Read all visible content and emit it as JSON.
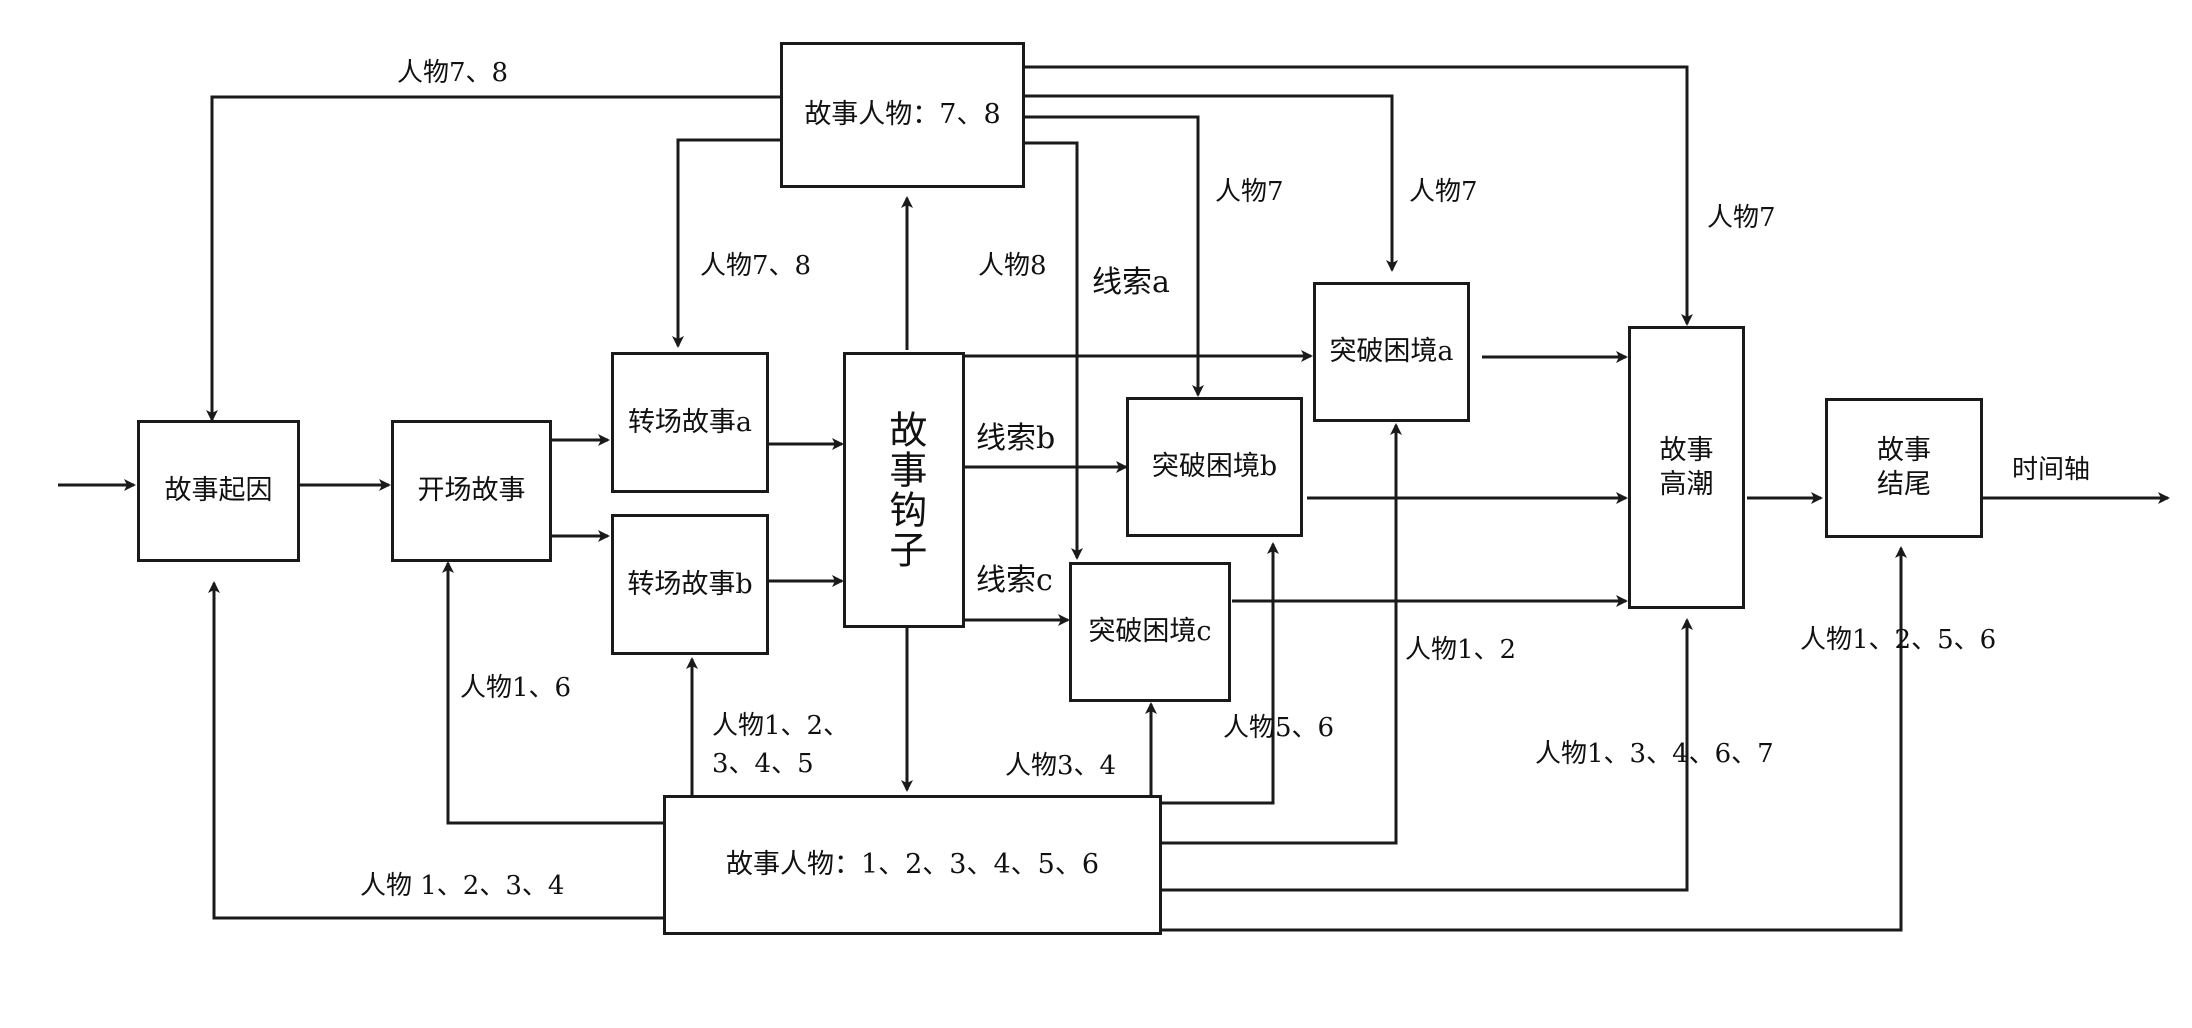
{
  "nodes": {
    "cause": "故事起因",
    "opening": "开场故事",
    "transition_a": "转场故事a",
    "transition_b": "转场故事b",
    "hook": "故事钩子",
    "breakthrough_a": "突破困境a",
    "breakthrough_b": "突破困境b",
    "breakthrough_c": "突破困境c",
    "climax_1": "故事",
    "climax_2": "高潮",
    "ending_1": "故事",
    "ending_2": "结尾",
    "characters_78": "故事人物：7、8",
    "characters_16": "故事人物：1、2、3、4、5、6"
  },
  "labels": {
    "top_left": "人物7、8",
    "to_transition_a": "人物7、8",
    "to_breakthrough_c": "人物8",
    "clue_a": "线索a",
    "clue_b": "线索b",
    "clue_c": "线索c",
    "to_breakthrough_b_7": "人物7",
    "to_breakthrough_a_7": "人物7",
    "to_climax_7": "人物7",
    "to_opening": "人物1、6",
    "to_transition_b_1": "人物1、2、",
    "to_transition_b_2": "3、4、5",
    "to_breakthrough_c_34": "人物3、4",
    "to_breakthrough_b_56": "人物5、6",
    "to_breakthrough_a_12": "人物1、2",
    "to_climax_13467": "人物1、3、4、6、7",
    "to_ending_1256": "人物1、2、5、6",
    "to_cause_1234": "人物 1、2、3、4",
    "timeline": "时间轴"
  }
}
